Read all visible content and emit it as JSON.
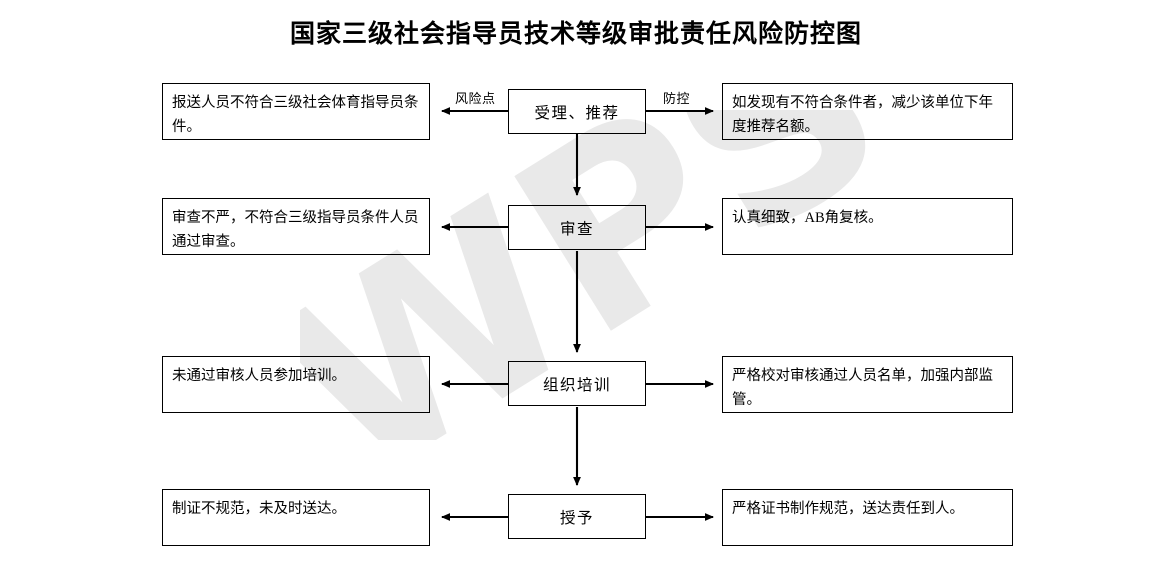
{
  "document": {
    "title": "国家三级社会指导员技术等级审批责任风险防控图",
    "watermark_text": "WPS"
  },
  "edge_labels": {
    "risk": "风险点",
    "control": "防控"
  },
  "rows": [
    {
      "stage": "受理、推荐",
      "risk": "报送人员不符合三级社会体育指导员条件。",
      "control": "如发现有不符合条件者，减少该单位下年度推荐名额。"
    },
    {
      "stage": "审查",
      "risk": "审查不严，不符合三级指导员条件人员通过审查。",
      "control": "认真细致，AB角复核。"
    },
    {
      "stage": "组织培训",
      "risk": "未通过审核人员参加培训。",
      "control": "严格校对审核通过人员名单，加强内部监管。"
    },
    {
      "stage": "授予",
      "risk": "制证不规范，未及时送达。",
      "control": "严格证书制作规范，送达责任到人。"
    }
  ],
  "colors": {
    "stroke": "#000000",
    "background": "#ffffff",
    "watermark": "#e8e8e8"
  }
}
